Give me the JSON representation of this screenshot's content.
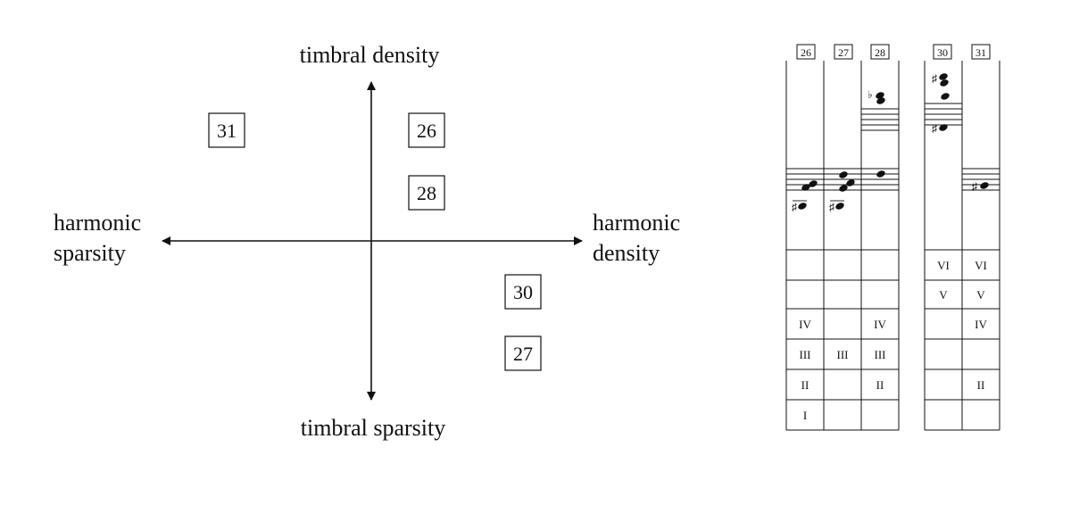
{
  "quadrant": {
    "axis_top": "timbral density",
    "axis_bottom": "timbral sparsity",
    "axis_left_line1": "harmonic",
    "axis_left_line2": "sparsity",
    "axis_right_line1": "harmonic",
    "axis_right_line2": "density",
    "boxes": {
      "b31": "31",
      "b26": "26",
      "b28": "28",
      "b30": "30",
      "b27": "27"
    }
  },
  "score": {
    "columns": [
      "26",
      "27",
      "28",
      "30",
      "31"
    ],
    "rows": {
      "r1": [
        "",
        "",
        "",
        "VI",
        "VI"
      ],
      "r2": [
        "",
        "",
        "",
        "V",
        "V"
      ],
      "r3": [
        "IV",
        "",
        "IV",
        "",
        "IV"
      ],
      "r4": [
        "III",
        "III",
        "III",
        "",
        ""
      ],
      "r5": [
        "II",
        "",
        "II",
        "",
        "II"
      ],
      "r6": [
        "I",
        "",
        "",
        "",
        ""
      ]
    },
    "symbols": {
      "sharp": "♯",
      "flat": "♭"
    }
  }
}
